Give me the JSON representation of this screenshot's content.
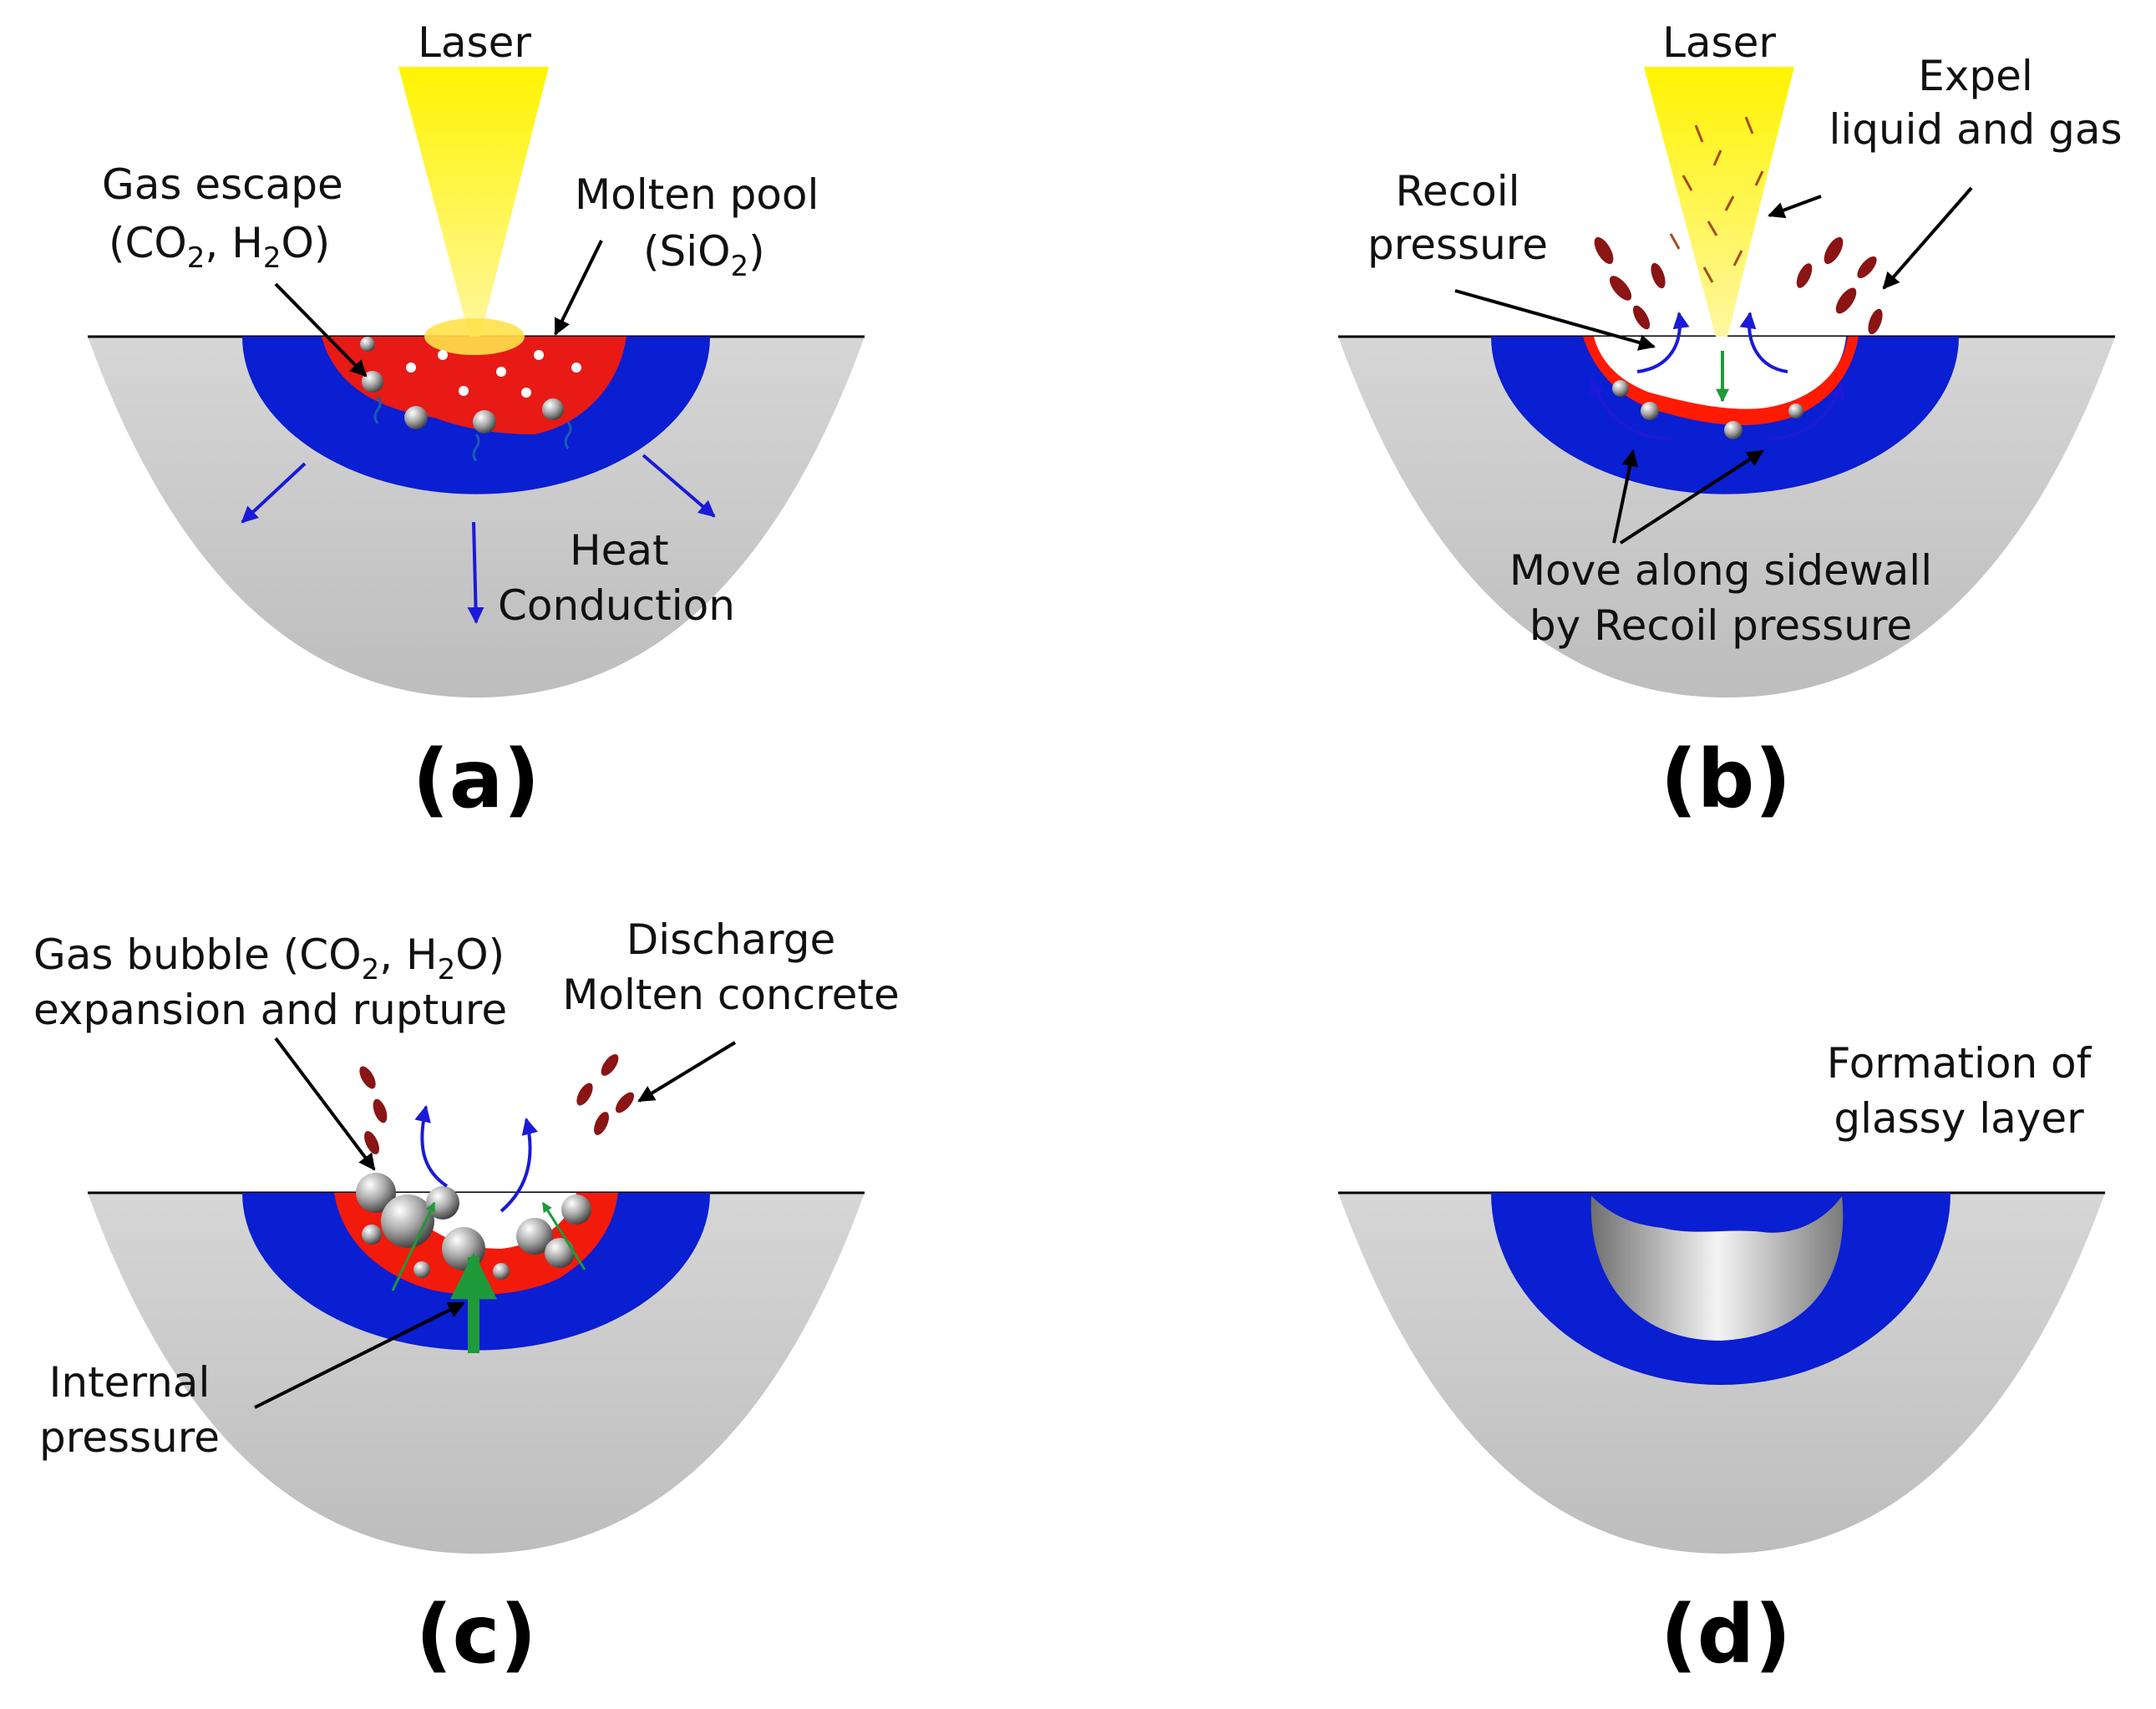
{
  "panels": {
    "a": {
      "tag": "(a)",
      "laser": "Laser",
      "gas_escape": "Gas escape",
      "gas_escape_formula": {
        "open": "(CO",
        "sub1": "2",
        "mid": ", H",
        "sub2": "2",
        "close": "O)"
      },
      "molten_pool": "Molten pool",
      "molten_pool_formula": {
        "open": "(SiO",
        "sub": "2",
        "close": ")"
      },
      "heat_line1": "Heat",
      "heat_line2": "Conduction"
    },
    "b": {
      "tag": "(b)",
      "laser": "Laser",
      "expel_line1": "Expel",
      "expel_line2": "liquid and gas",
      "recoil_line1": "Recoil",
      "recoil_line2": "pressure",
      "move_line1": "Move along sidewall",
      "move_line2": "by Recoil pressure"
    },
    "c": {
      "tag": "(c)",
      "bubble_prefix": "Gas bubble ",
      "bubble_formula": {
        "open": "(CO",
        "sub1": "2",
        "mid": ", H",
        "sub2": "2",
        "close": "O)"
      },
      "bubble_line2": "expansion and rupture",
      "discharge_line1": "Discharge",
      "discharge_line2": "Molten concrete",
      "internal_line1": "Internal",
      "internal_line2": "pressure"
    },
    "d": {
      "tag": "(d)",
      "formation_line1": "Formation of",
      "formation_line2": "glassy layer"
    }
  },
  "colors": {
    "concrete": "#c8c8c8",
    "laser": "#fff200",
    "heat_arrow": "#1a1ad8",
    "molten_red": "#ee1111",
    "droplet": "#8b1414",
    "internal_arrow": "#1e9a3a"
  }
}
